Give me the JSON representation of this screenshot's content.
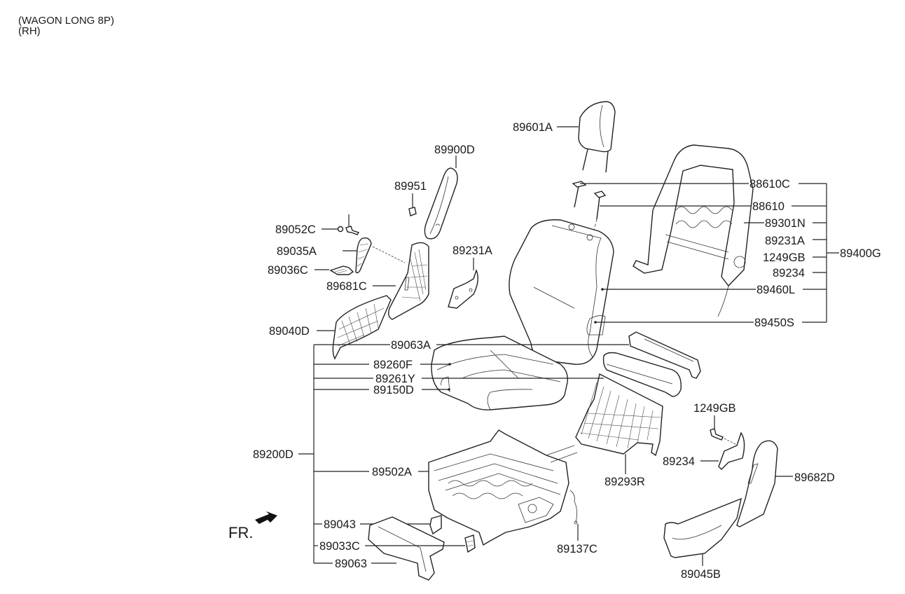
{
  "header": {
    "line1": "(WAGON LONG 8P)",
    "line2": "(RH)"
  },
  "front_indicator": {
    "label": "FR.",
    "icon": "arrow-front-left-icon"
  },
  "callouts": {
    "p89601A": "89601A",
    "p89900D": "89900D",
    "p89951": "89951",
    "p89052C": "89052C",
    "p89035A": "89035A",
    "p89036C": "89036C",
    "p89681C": "89681C",
    "p89231A_left": "89231A",
    "p89040D": "89040D",
    "p88610C": "88610C",
    "p88610": "88610",
    "p89301N": "89301N",
    "p89231A": "89231A",
    "p1249GB_top": "1249GB",
    "p89234_top": "89234",
    "p89460L": "89460L",
    "p89450S": "89450S",
    "p89400G": "89400G",
    "p89063A": "89063A",
    "p89260F": "89260F",
    "p89261Y": "89261Y",
    "p89150D": "89150D",
    "p89200D": "89200D",
    "p89502A": "89502A",
    "p89043": "89043",
    "p89033C": "89033C",
    "p89063": "89063",
    "p89137C": "89137C",
    "p89293R": "89293R",
    "p1249GB": "1249GB",
    "p89234": "89234",
    "p89682D": "89682D",
    "p89045B": "89045B"
  },
  "groups": {
    "backrest_assembly": {
      "assembly": "89400G",
      "members": [
        "88610C",
        "88610",
        "89301N",
        "89231A",
        "1249GB",
        "89234",
        "89460L",
        "89450S"
      ]
    },
    "cushion_assembly": {
      "assembly": "89200D",
      "members": [
        "89063A",
        "89260F",
        "89261Y",
        "89150D",
        "89502A",
        "89043",
        "89033C",
        "89063"
      ]
    }
  }
}
